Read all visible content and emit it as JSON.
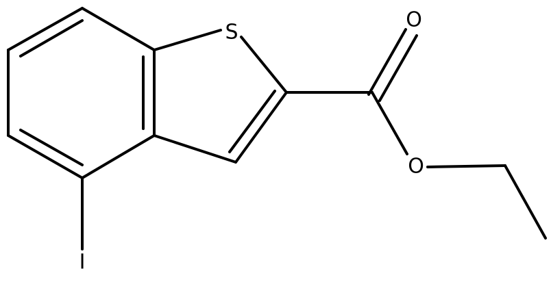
{
  "molecule": {
    "atom_labels": {
      "sulfur": "S",
      "carbonyl_oxygen": "O",
      "ester_oxygen": "O",
      "iodine": "I"
    },
    "colors": {
      "bond": "#000000",
      "label": "#000000",
      "background": "#ffffff"
    }
  }
}
